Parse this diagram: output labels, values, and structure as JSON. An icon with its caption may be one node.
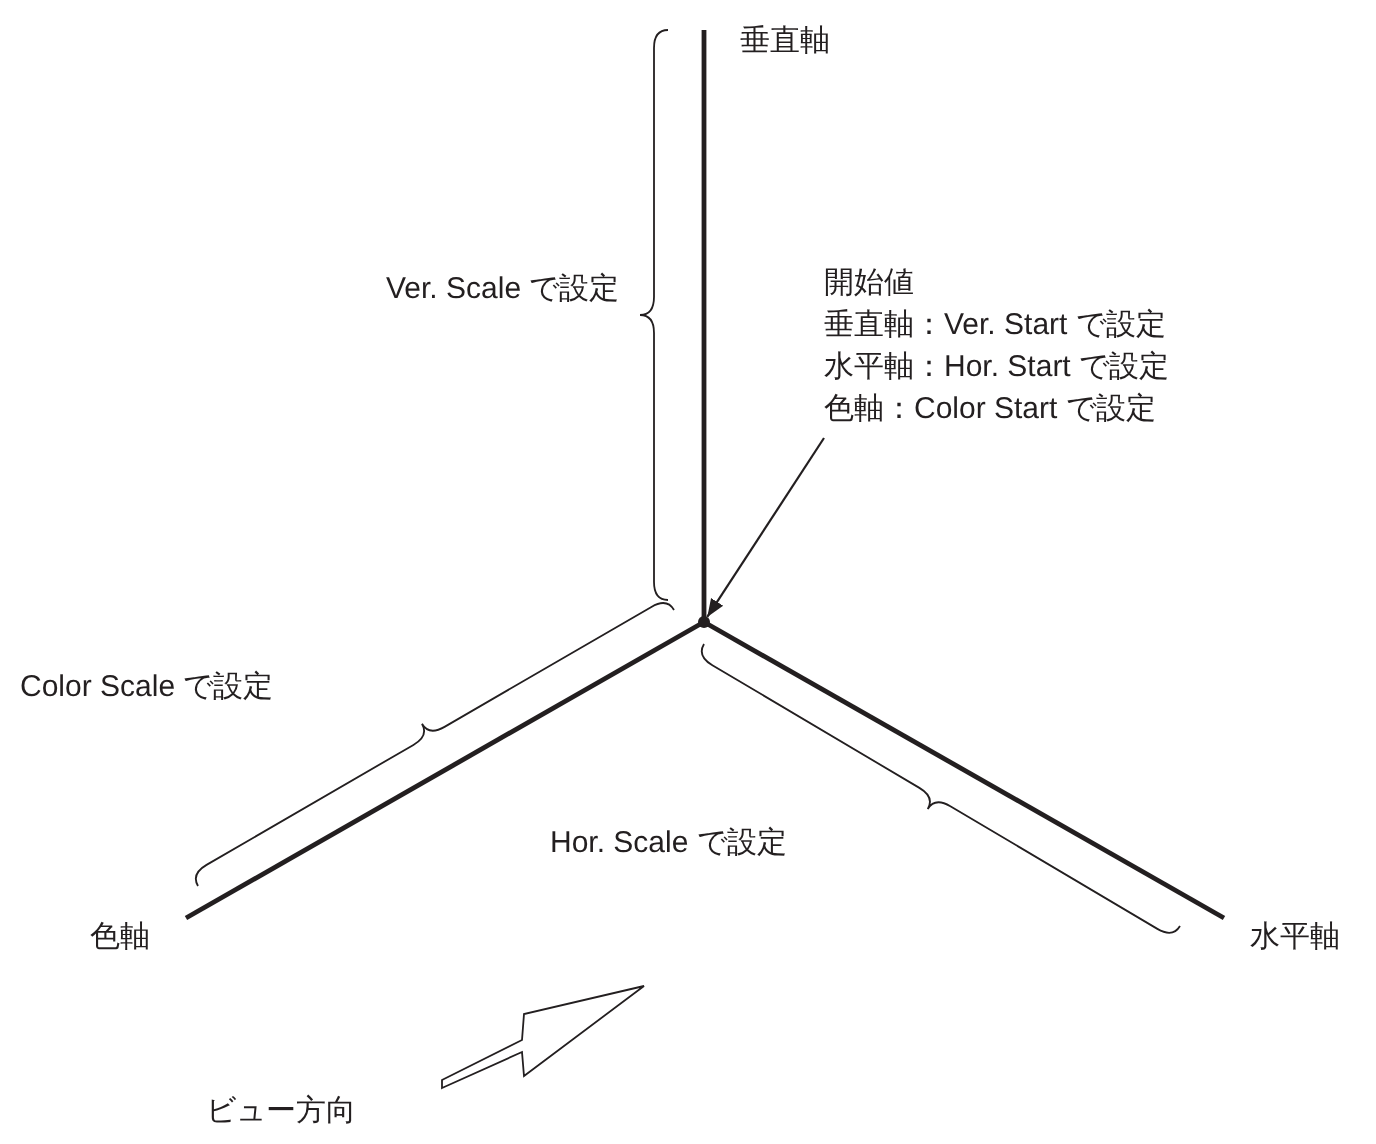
{
  "diagram": {
    "nodes": [
      {
        "text": [
          "開始値",
          "垂直軸：Ver. Start で設定",
          "水平軸：Hor. Start で設定",
          "色軸：Color Start で設定"
        ]
      },
      {
        "text": [],
        "shape": "circle"
      }
    ],
    "edges": [
      {
        "from": 0,
        "to": 1,
        "arrow": "to"
      }
    ],
    "labels": [
      "垂直軸",
      "Ver. Scale で設定",
      "Color Scale で設定",
      "Hor. Scale で設定",
      "色軸",
      "水平軸",
      "ビュー方向"
    ]
  }
}
